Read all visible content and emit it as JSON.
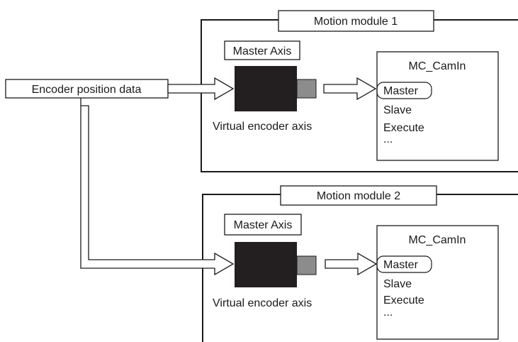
{
  "source": {
    "label": "Encoder position data"
  },
  "modules": [
    {
      "title": "Motion module 1",
      "master_axis_label": "Master Axis",
      "encoder_caption": "Virtual encoder axis",
      "function_block": {
        "name": "MC_CamIn",
        "inputs": [
          "Master",
          "Slave",
          "Execute",
          "..."
        ]
      }
    },
    {
      "title": "Motion module 2",
      "master_axis_label": "Master Axis",
      "encoder_caption": "Virtual encoder axis",
      "function_block": {
        "name": "MC_CamIn",
        "inputs": [
          "Master",
          "Slave",
          "Execute",
          "..."
        ]
      }
    }
  ],
  "colors": {
    "line": "#1a1a1a",
    "encoder_body": "#231f20",
    "encoder_shaft": "#8c8c8c",
    "background": "#ffffff"
  }
}
